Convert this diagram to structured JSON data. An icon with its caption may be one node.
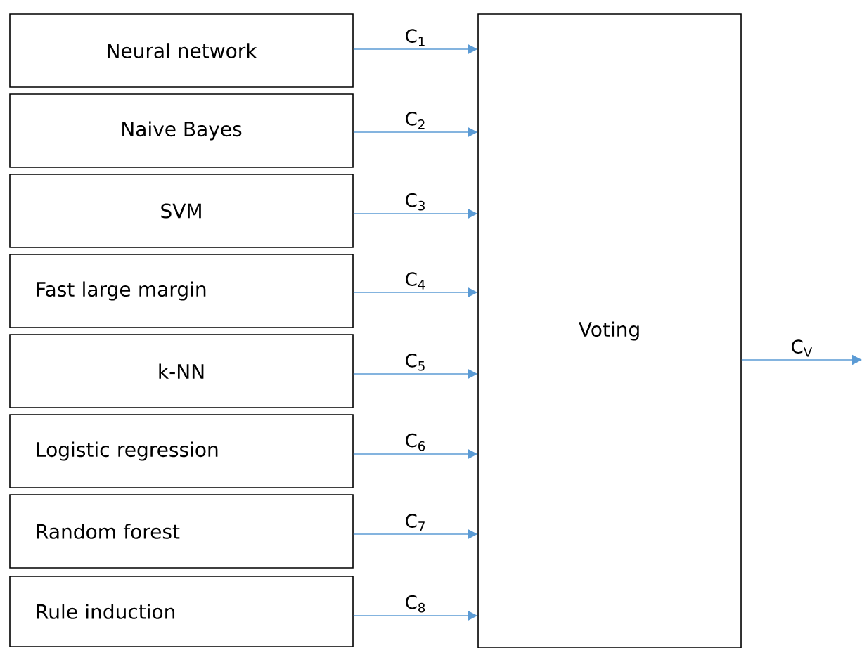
{
  "diagram": {
    "nodes": [
      {
        "text": [
          "Neural network"
        ]
      },
      {
        "text": [
          "Naive Bayes"
        ]
      },
      {
        "text": [
          "SVM"
        ]
      },
      {
        "text": [
          "Fast large margin"
        ]
      },
      {
        "text": [
          "k-NN"
        ]
      },
      {
        "text": [
          "Logistic regression"
        ]
      },
      {
        "text": [
          "Random forest"
        ]
      },
      {
        "text": [
          "Rule induction"
        ]
      },
      {
        "text": [
          "Voting"
        ]
      }
    ],
    "edges": [
      {
        "from": 0,
        "to": 8,
        "arrow": "to",
        "label": "C$_{1}$"
      },
      {
        "from": 1,
        "to": 8,
        "arrow": "to",
        "label": "C$_{2}$"
      },
      {
        "from": 2,
        "to": 8,
        "arrow": "to",
        "label": "C$_{3}$"
      },
      {
        "from": 3,
        "to": 8,
        "arrow": "to",
        "label": "C$_{4}$"
      },
      {
        "from": 4,
        "to": 8,
        "arrow": "to",
        "label": "C$_{5}$"
      },
      {
        "from": 5,
        "to": 8,
        "arrow": "to",
        "label": "C$_{6}$"
      },
      {
        "from": 6,
        "to": 8,
        "arrow": "to",
        "label": "C$_{7}$"
      },
      {
        "from": 7,
        "to": 8,
        "arrow": "to",
        "label": "C$_{8}$"
      },
      {
        "from": 8,
        "to": null,
        "arrow": "to",
        "label": "C$_{V}$"
      }
    ]
  }
}
